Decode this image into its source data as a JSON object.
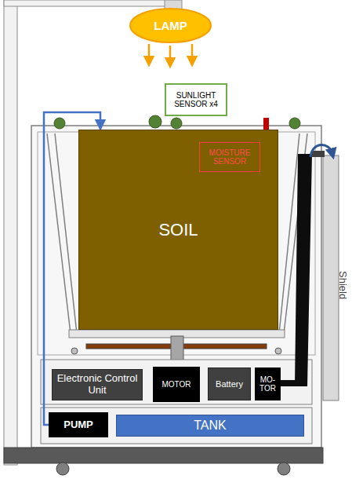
{
  "diagram": {
    "nodes": [
      {
        "text": [
          "LAMP"
        ]
      },
      {
        "text": [
          "SUNLIGHT SENSOR x4"
        ]
      },
      {
        "text": [
          "SOIL"
        ]
      },
      {
        "text": [
          "MOISTURE SENSOR"
        ],
        "in": 2
      },
      {
        "text": [
          "Electronic Control Unit"
        ]
      },
      {
        "text": [
          "MOTOR"
        ]
      },
      {
        "text": [
          "Battery"
        ]
      },
      {
        "text": [
          "MO- TOR"
        ]
      },
      {
        "text": [
          "PUMP"
        ]
      },
      {
        "text": [
          "TANK"
        ]
      }
    ],
    "edges": [
      {
        "from": 8,
        "to": 2,
        "arrow": "to"
      }
    ],
    "labels": [
      "Shield"
    ]
  }
}
